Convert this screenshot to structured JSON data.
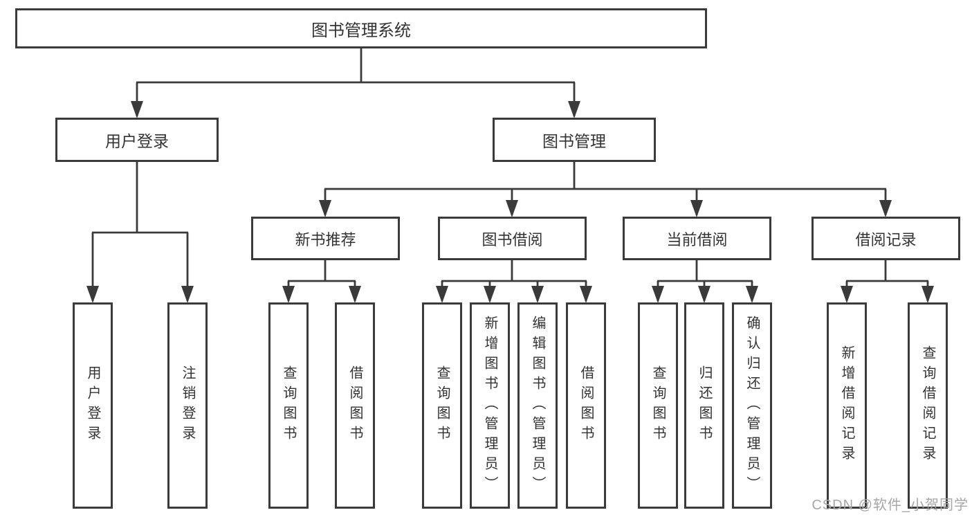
{
  "diagram_title": "图书管理系统",
  "tree": {
    "label": "图书管理系统",
    "children": [
      {
        "label": "用户登录",
        "children": [
          {
            "label": "用户登录"
          },
          {
            "label": "注销登录"
          }
        ]
      },
      {
        "label": "图书管理",
        "children": [
          {
            "label": "新书推荐",
            "children": [
              {
                "label": "查询图书"
              },
              {
                "label": "借阅图书"
              }
            ]
          },
          {
            "label": "图书借阅",
            "children": [
              {
                "label": "查询图书"
              },
              {
                "label": "新增图书（管理员）"
              },
              {
                "label": "编辑图书（管理员）"
              },
              {
                "label": "借阅图书"
              }
            ]
          },
          {
            "label": "当前借阅",
            "children": [
              {
                "label": "查询图书"
              },
              {
                "label": "归还图书"
              },
              {
                "label": "确认归还（管理员）"
              }
            ]
          },
          {
            "label": "借阅记录",
            "children": [
              {
                "label": "新增借阅记录"
              },
              {
                "label": "查询借阅记录"
              }
            ]
          }
        ]
      }
    ]
  },
  "watermark": {
    "text": "CSDN @软件_小贺同学",
    "color": "#a6a6a6"
  },
  "colors": {
    "line": "#3a3a3a",
    "box_border": "#3a3a3a",
    "box_fill": "#ffffff",
    "text": "#333333",
    "background": "#ffffff"
  }
}
